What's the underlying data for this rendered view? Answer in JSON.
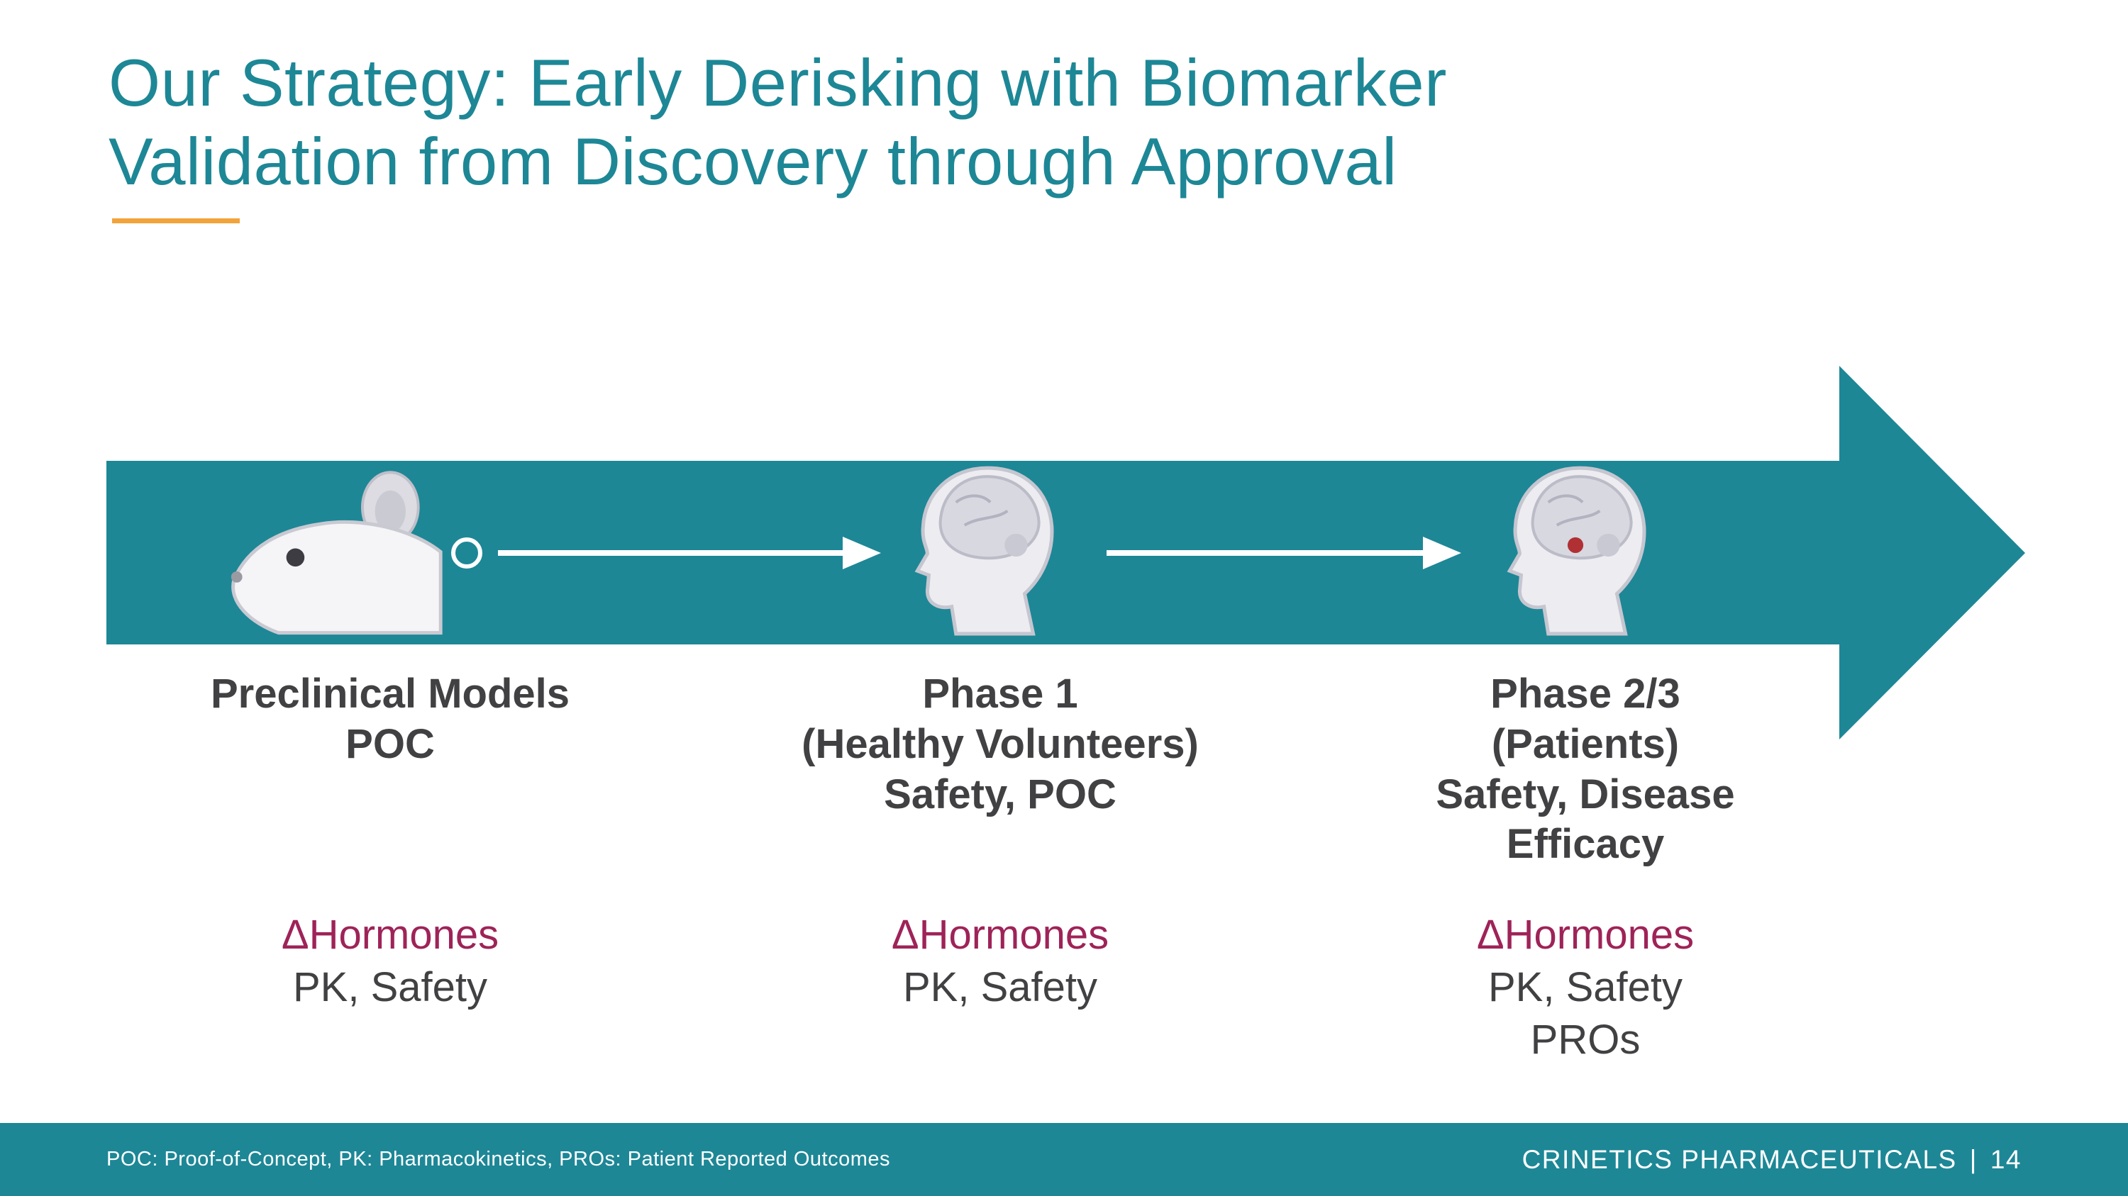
{
  "slide": {
    "title_lines": [
      "Our Strategy: Early Derisking with Biomarker",
      "Validation from Discovery through Approval"
    ],
    "stages": [
      {
        "id": "preclinical",
        "icon": "mouse-icon",
        "label_lines": [
          "Preclinical Models",
          "POC"
        ],
        "measures": {
          "hormones": "ΔHormones",
          "line2": "PK, Safety"
        }
      },
      {
        "id": "phase-1",
        "icon": "head-profile-icon",
        "label_lines": [
          "Phase 1",
          "(Healthy Volunteers)",
          "Safety, POC"
        ],
        "measures": {
          "hormones": "ΔHormones",
          "line2": "PK, Safety"
        }
      },
      {
        "id": "phase-2-3",
        "icon": "head-profile-pituitary-icon",
        "label_lines": [
          "Phase 2/3",
          "(Patients)",
          "Safety, Disease",
          "Efficacy"
        ],
        "measures": {
          "hormones": "ΔHormones",
          "line2": "PK, Safety",
          "line3": "PROs"
        }
      }
    ],
    "footer": {
      "abbreviations": "POC: Proof-of-Concept, PK: Pharmacokinetics, PROs: Patient Reported Outcomes",
      "company": "CRINETICS PHARMACEUTICALS",
      "divider": "|",
      "page_number": "14"
    },
    "colors": {
      "teal": "#1d8796",
      "accent_orange": "#f3a33a",
      "magenta": "#9e2358",
      "dark_text": "#414042"
    }
  }
}
